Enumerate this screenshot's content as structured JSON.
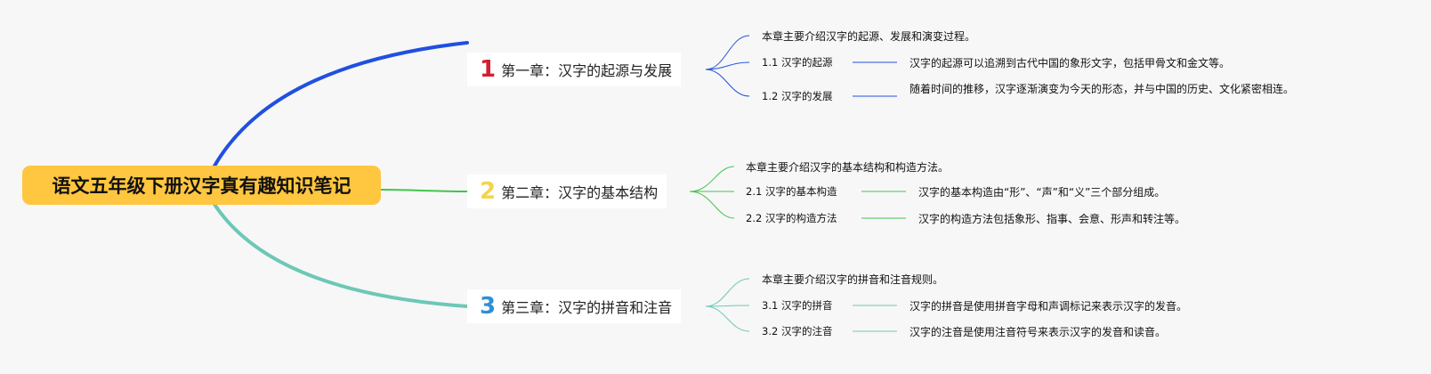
{
  "mindmap": {
    "root": {
      "title": "语文五年级下册汉字真有趣知识笔记"
    },
    "colors": {
      "root_fill": "#ffc63f",
      "branch_1": "#2050e0",
      "branch_2": "#43c44f",
      "branch_3": "#6cc8b6",
      "number_1": "#d21f33",
      "number_2": "#f5d44a",
      "number_3": "#2f8fd8"
    },
    "chapters": [
      {
        "number": "1",
        "title": "第一章：汉字的起源与发展",
        "intro": "本章主要介绍汉字的起源、发展和演变过程。",
        "sections": [
          {
            "title": "1.1 汉字的起源",
            "detail": "汉字的起源可以追溯到古代中国的象形文字，包括甲骨文和金文等。"
          },
          {
            "title": "1.2 汉字的发展",
            "detail": "随着时间的推移，汉字逐渐演变为今天的形态，并与中国的历史、文化紧密相连。"
          }
        ]
      },
      {
        "number": "2",
        "title": "第二章：汉字的基本结构",
        "intro": "本章主要介绍汉字的基本结构和构造方法。",
        "sections": [
          {
            "title": "2.1 汉字的基本构造",
            "detail": "汉字的基本构造由“形”、“声”和“义”三个部分组成。"
          },
          {
            "title": "2.2 汉字的构造方法",
            "detail": "汉字的构造方法包括象形、指事、会意、形声和转注等。"
          }
        ]
      },
      {
        "number": "3",
        "title": "第三章：汉字的拼音和注音",
        "intro": "本章主要介绍汉字的拼音和注音规则。",
        "sections": [
          {
            "title": "3.1 汉字的拼音",
            "detail": "汉字的拼音是使用拼音字母和声调标记来表示汉字的发音。"
          },
          {
            "title": "3.2 汉字的注音",
            "detail": "汉字的注音是使用注音符号来表示汉字的发音和读音。"
          }
        ]
      }
    ]
  }
}
